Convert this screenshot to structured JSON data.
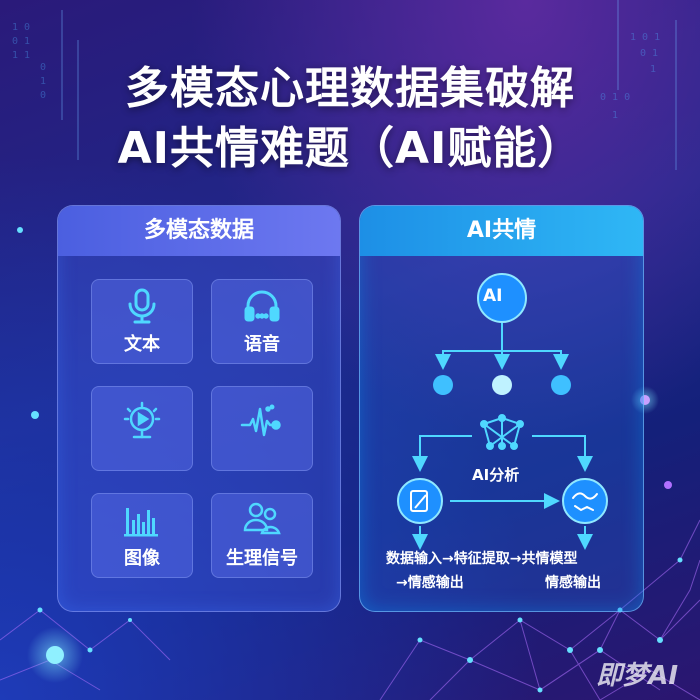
{
  "title": {
    "line1": "多模态心理数据集破解",
    "line2": "AI共情难题（AI赋能）"
  },
  "left_panel": {
    "heading": "多模态数据",
    "tiles": [
      {
        "label": "文本",
        "icon": "microphone-icon"
      },
      {
        "label": "语音",
        "icon": "headphones-icon"
      },
      {
        "label": "",
        "icon": "video-play-icon"
      },
      {
        "label": "",
        "icon": "waveform-icon"
      },
      {
        "label": "图像",
        "icon": "bar-chart-icon"
      },
      {
        "label": "生理信号",
        "icon": "people-icon"
      }
    ]
  },
  "right_panel": {
    "heading": "AI共情",
    "top_node": "AI",
    "analysis_label": "AI分析",
    "flow_line1": "数据输入→特征提取→共情模型",
    "flow_line2_left": "→情感输出",
    "flow_line2_right": "情感输出"
  },
  "watermark": "即梦AI",
  "colors": {
    "accent_cyan": "#2fb7f5",
    "panel_left": "#4b5fe0",
    "node_blue": "#1e90ff"
  }
}
